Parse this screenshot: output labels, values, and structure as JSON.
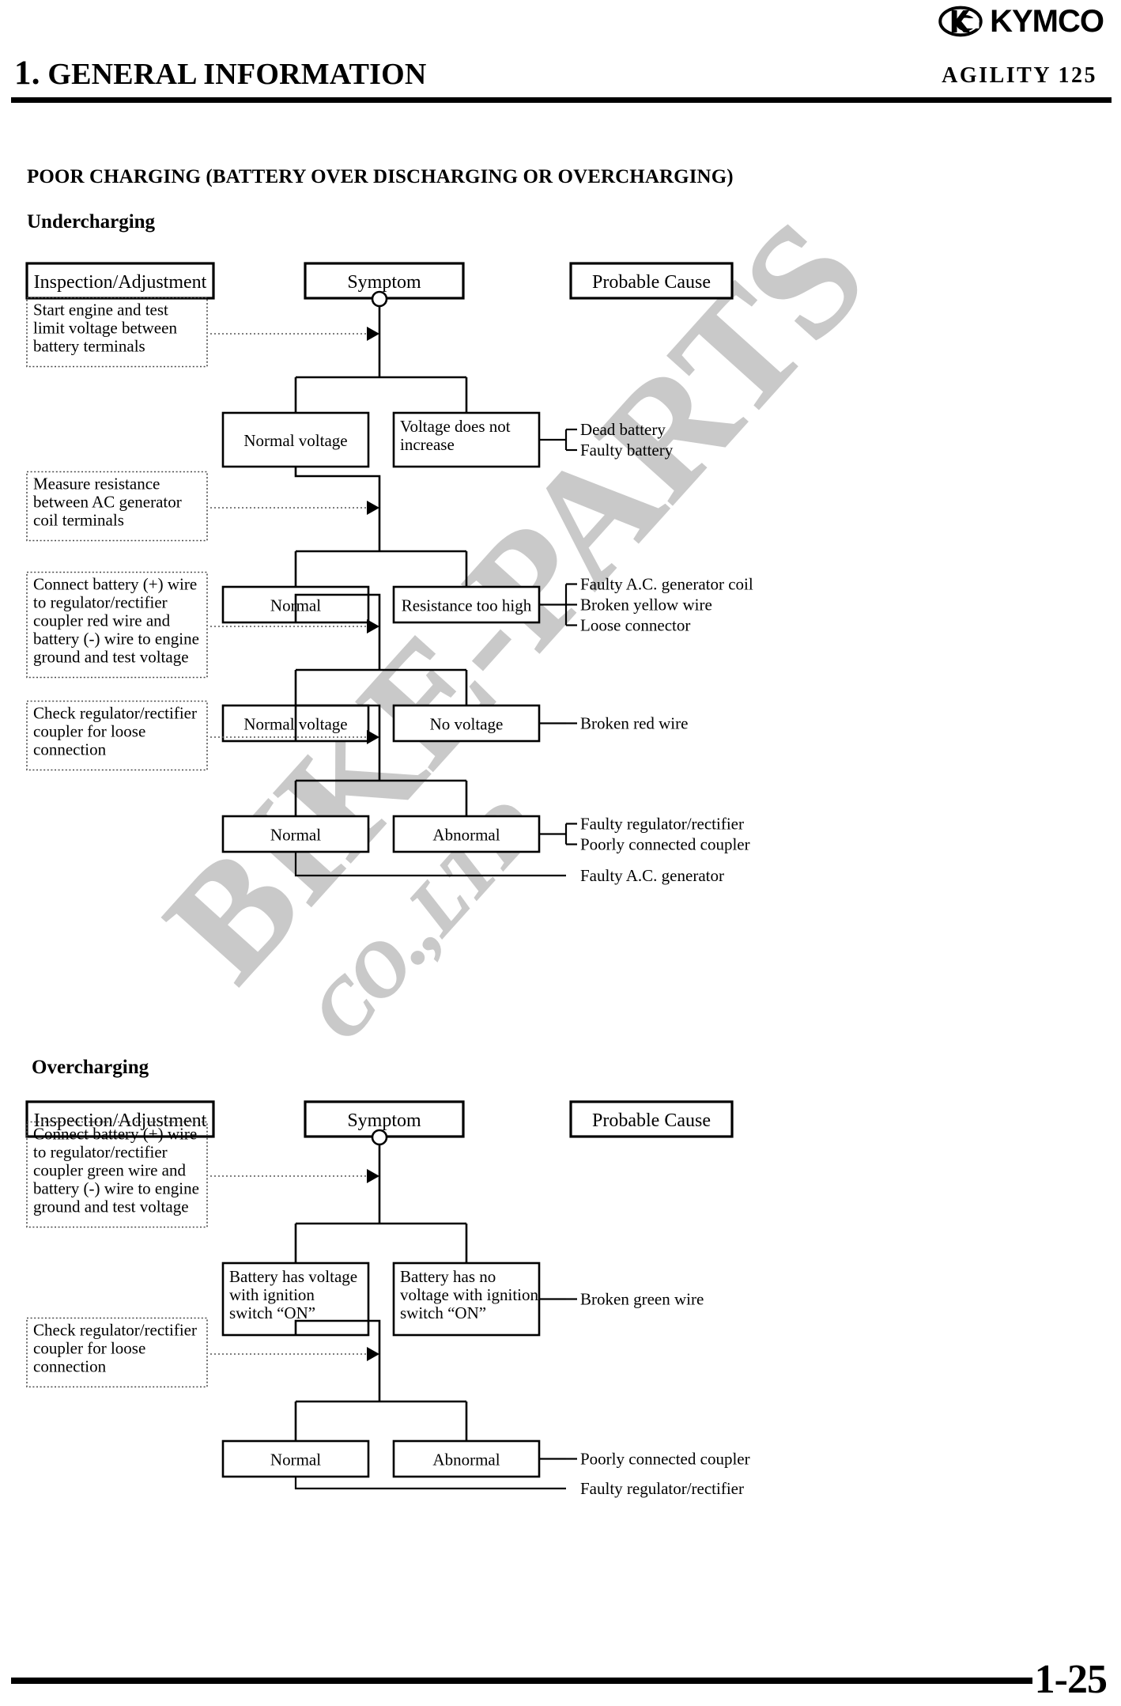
{
  "header": {
    "chapter_number": "1.",
    "chapter_title": "GENERAL INFORMATION",
    "model": "AGILITY 125",
    "brand": "KYMCO",
    "brand_icon": "kymco-oval-logo-icon"
  },
  "footer": {
    "page_number": "1-25"
  },
  "watermark": {
    "line1": "BIKE-PARTS",
    "line2": "CO.,LTD"
  },
  "headings": {
    "main": "POOR CHARGING (BATTERY OVER DISCHARGING OR OVERCHARGING)",
    "undercharging": "Undercharging",
    "overcharging": "Overcharging"
  },
  "columns": {
    "inspection": "Inspection/Adjustment",
    "symptom": "Symptom",
    "cause": "Probable Cause"
  },
  "undercharging": {
    "steps": [
      {
        "instruction": [
          "Start engine and test",
          "limit voltage between",
          "battery terminals"
        ],
        "ok_symptom": [
          "Normal voltage"
        ],
        "ng_symptom": [
          "Voltage does not",
          "increase"
        ],
        "causes": [
          "Dead battery",
          "Faulty battery"
        ]
      },
      {
        "instruction": [
          "Measure resistance",
          "between AC generator",
          "coil terminals"
        ],
        "ok_symptom": [
          "Normal"
        ],
        "ng_symptom": [
          "Resistance too high"
        ],
        "causes": [
          "Faulty A.C. generator coil",
          "Broken yellow wire",
          "Loose connector"
        ]
      },
      {
        "instruction": [
          "Connect battery (+) wire",
          "to regulator/rectifier",
          "coupler red wire and",
          "battery (-) wire to engine",
          "ground and test voltage"
        ],
        "ok_symptom": [
          "Normal voltage"
        ],
        "ng_symptom": [
          "No voltage"
        ],
        "causes": [
          "Broken red wire"
        ]
      },
      {
        "instruction": [
          "Check regulator/rectifier",
          "coupler for loose",
          "connection"
        ],
        "ok_symptom": [
          "Normal"
        ],
        "ng_symptom": [
          "Abnormal"
        ],
        "causes": [
          "Faulty regulator/rectifier",
          "Poorly connected coupler"
        ]
      }
    ],
    "final_cause": "Faulty A.C. generator"
  },
  "overcharging": {
    "steps": [
      {
        "instruction": [
          "Connect battery (+) wire",
          "to regulator/rectifier",
          "coupler green wire and",
          "battery (-) wire to engine",
          "ground and test voltage"
        ],
        "ok_symptom": [
          "Battery has voltage",
          "with ignition",
          "switch “ON”"
        ],
        "ng_symptom": [
          "Battery has no",
          "voltage with ignition",
          "switch “ON”"
        ],
        "causes": [
          "Broken green wire"
        ]
      },
      {
        "instruction": [
          "Check regulator/rectifier",
          "coupler for loose",
          "connection"
        ],
        "ok_symptom": [
          "Normal"
        ],
        "ng_symptom": [
          "Abnormal"
        ],
        "causes": [
          "Poorly connected coupler"
        ]
      }
    ],
    "final_cause": "Faulty regulator/rectifier"
  }
}
